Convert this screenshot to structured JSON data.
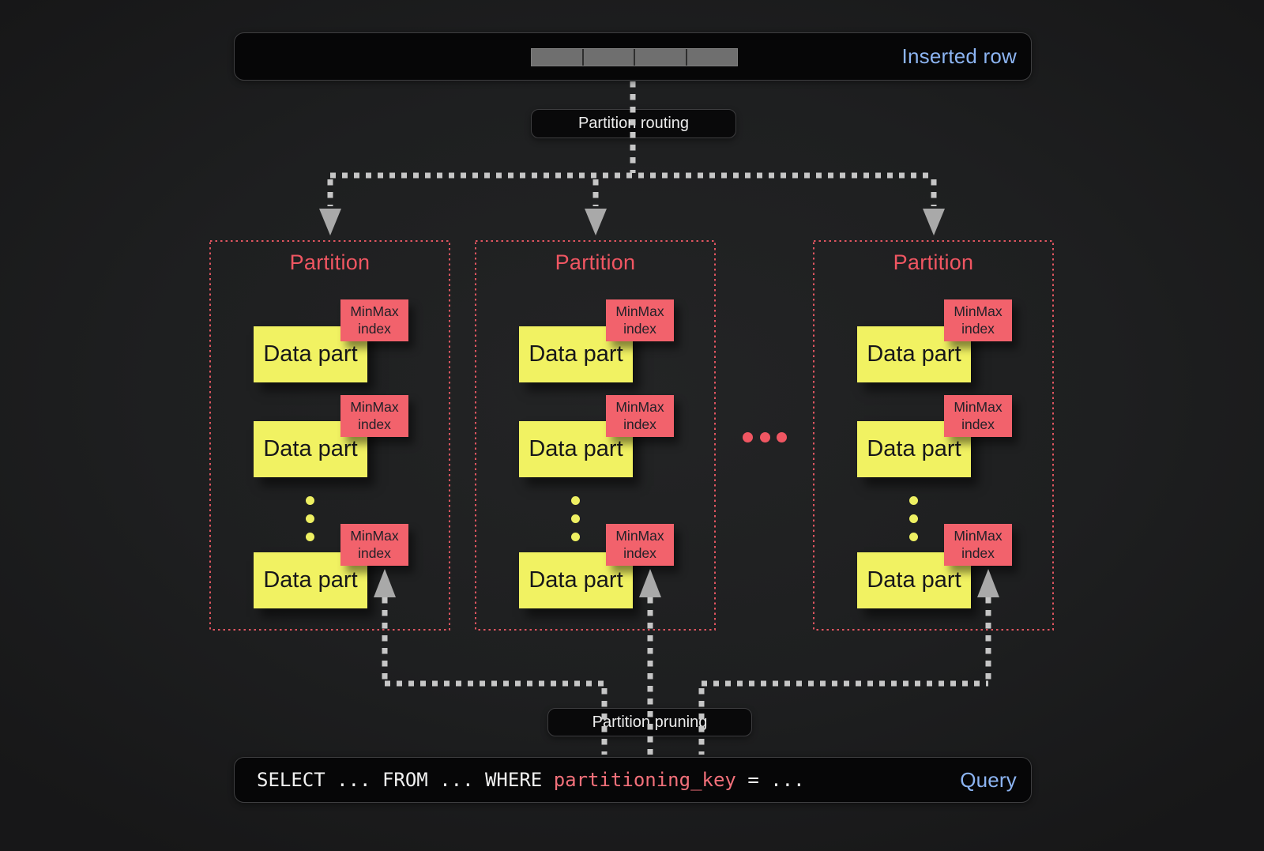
{
  "inserted_row": {
    "label": "Inserted row",
    "cell_count": 4
  },
  "flow_labels": {
    "routing": "Partition routing",
    "pruning": "Partition pruning"
  },
  "partitions": [
    {
      "title": "Partition",
      "parts": [
        {
          "label": "Data part",
          "index_tag": "MinMax index"
        },
        {
          "label": "Data part",
          "index_tag": "MinMax index"
        },
        {
          "label": "Data part",
          "index_tag": "MinMax index"
        }
      ]
    },
    {
      "title": "Partition",
      "parts": [
        {
          "label": "Data part",
          "index_tag": "MinMax index"
        },
        {
          "label": "Data part",
          "index_tag": "MinMax index"
        },
        {
          "label": "Data part",
          "index_tag": "MinMax index"
        }
      ]
    },
    {
      "title": "Partition",
      "parts": [
        {
          "label": "Data part",
          "index_tag": "MinMax index"
        },
        {
          "label": "Data part",
          "index_tag": "MinMax index"
        },
        {
          "label": "Data part",
          "index_tag": "MinMax index"
        }
      ]
    }
  ],
  "partition_ellipsis": "...",
  "query_bar": {
    "sql": [
      {
        "text": "SELECT ... FROM ... WHERE ",
        "highlight": false
      },
      {
        "text": "partitioning_key",
        "highlight": true
      },
      {
        "text": " = ...",
        "highlight": false
      }
    ],
    "label": "Query"
  },
  "colors": {
    "background_center": "#232425",
    "background_edge": "#171718",
    "bar_fill": "#060607",
    "bar_border": "#3f3f41",
    "accent_blue": "#8cb4f2",
    "partition_red": "#f05662",
    "partition_border_red": "#e05560",
    "minmax_fill": "#f2626c",
    "datapart_fill": "#f1f262",
    "sql_highlight_red": "#f2707a",
    "connector_gray": "#c6c6c6",
    "arrowhead_gray": "#a9a9a9",
    "row_cell_gray": "#6f6f6f"
  }
}
